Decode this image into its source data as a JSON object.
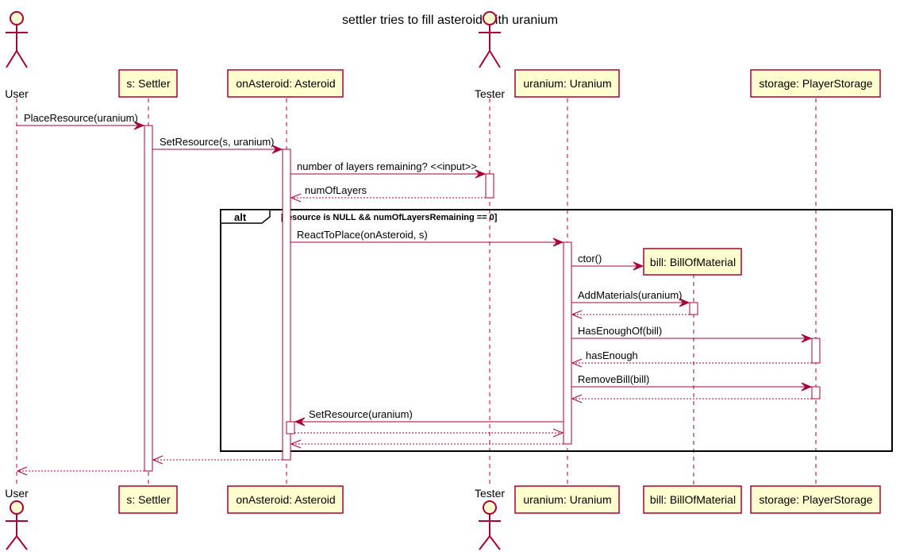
{
  "diagram": {
    "title": "settler tries to fill asteroid with uranium",
    "participants": {
      "user": "User",
      "settler": "s: Settler",
      "asteroid": "onAsteroid: Asteroid",
      "tester": "Tester",
      "uranium": "uranium: Uranium",
      "bill": "bill: BillOfMaterial",
      "storage": "storage: PlayerStorage"
    },
    "messages": {
      "m1": "PlaceResource(uranium)",
      "m2": "SetResource(s, uranium)",
      "m3": "number of layers remaining? <<input>>",
      "m4": "numOfLayers",
      "m5": "ReactToPlace(onAsteroid, s)",
      "m6": "ctor()",
      "m7": "AddMaterials(uranium)",
      "m8": "HasEnoughOf(bill)",
      "m9": "hasEnough",
      "m10": "RemoveBill(bill)",
      "m11": "SetResource(uranium)"
    },
    "alt": {
      "label": "alt",
      "condition": "[resource is NULL && numOfLayersRemaining == 0]"
    },
    "colors": {
      "line": "#A80036",
      "box_fill": "#FEFECE"
    }
  }
}
